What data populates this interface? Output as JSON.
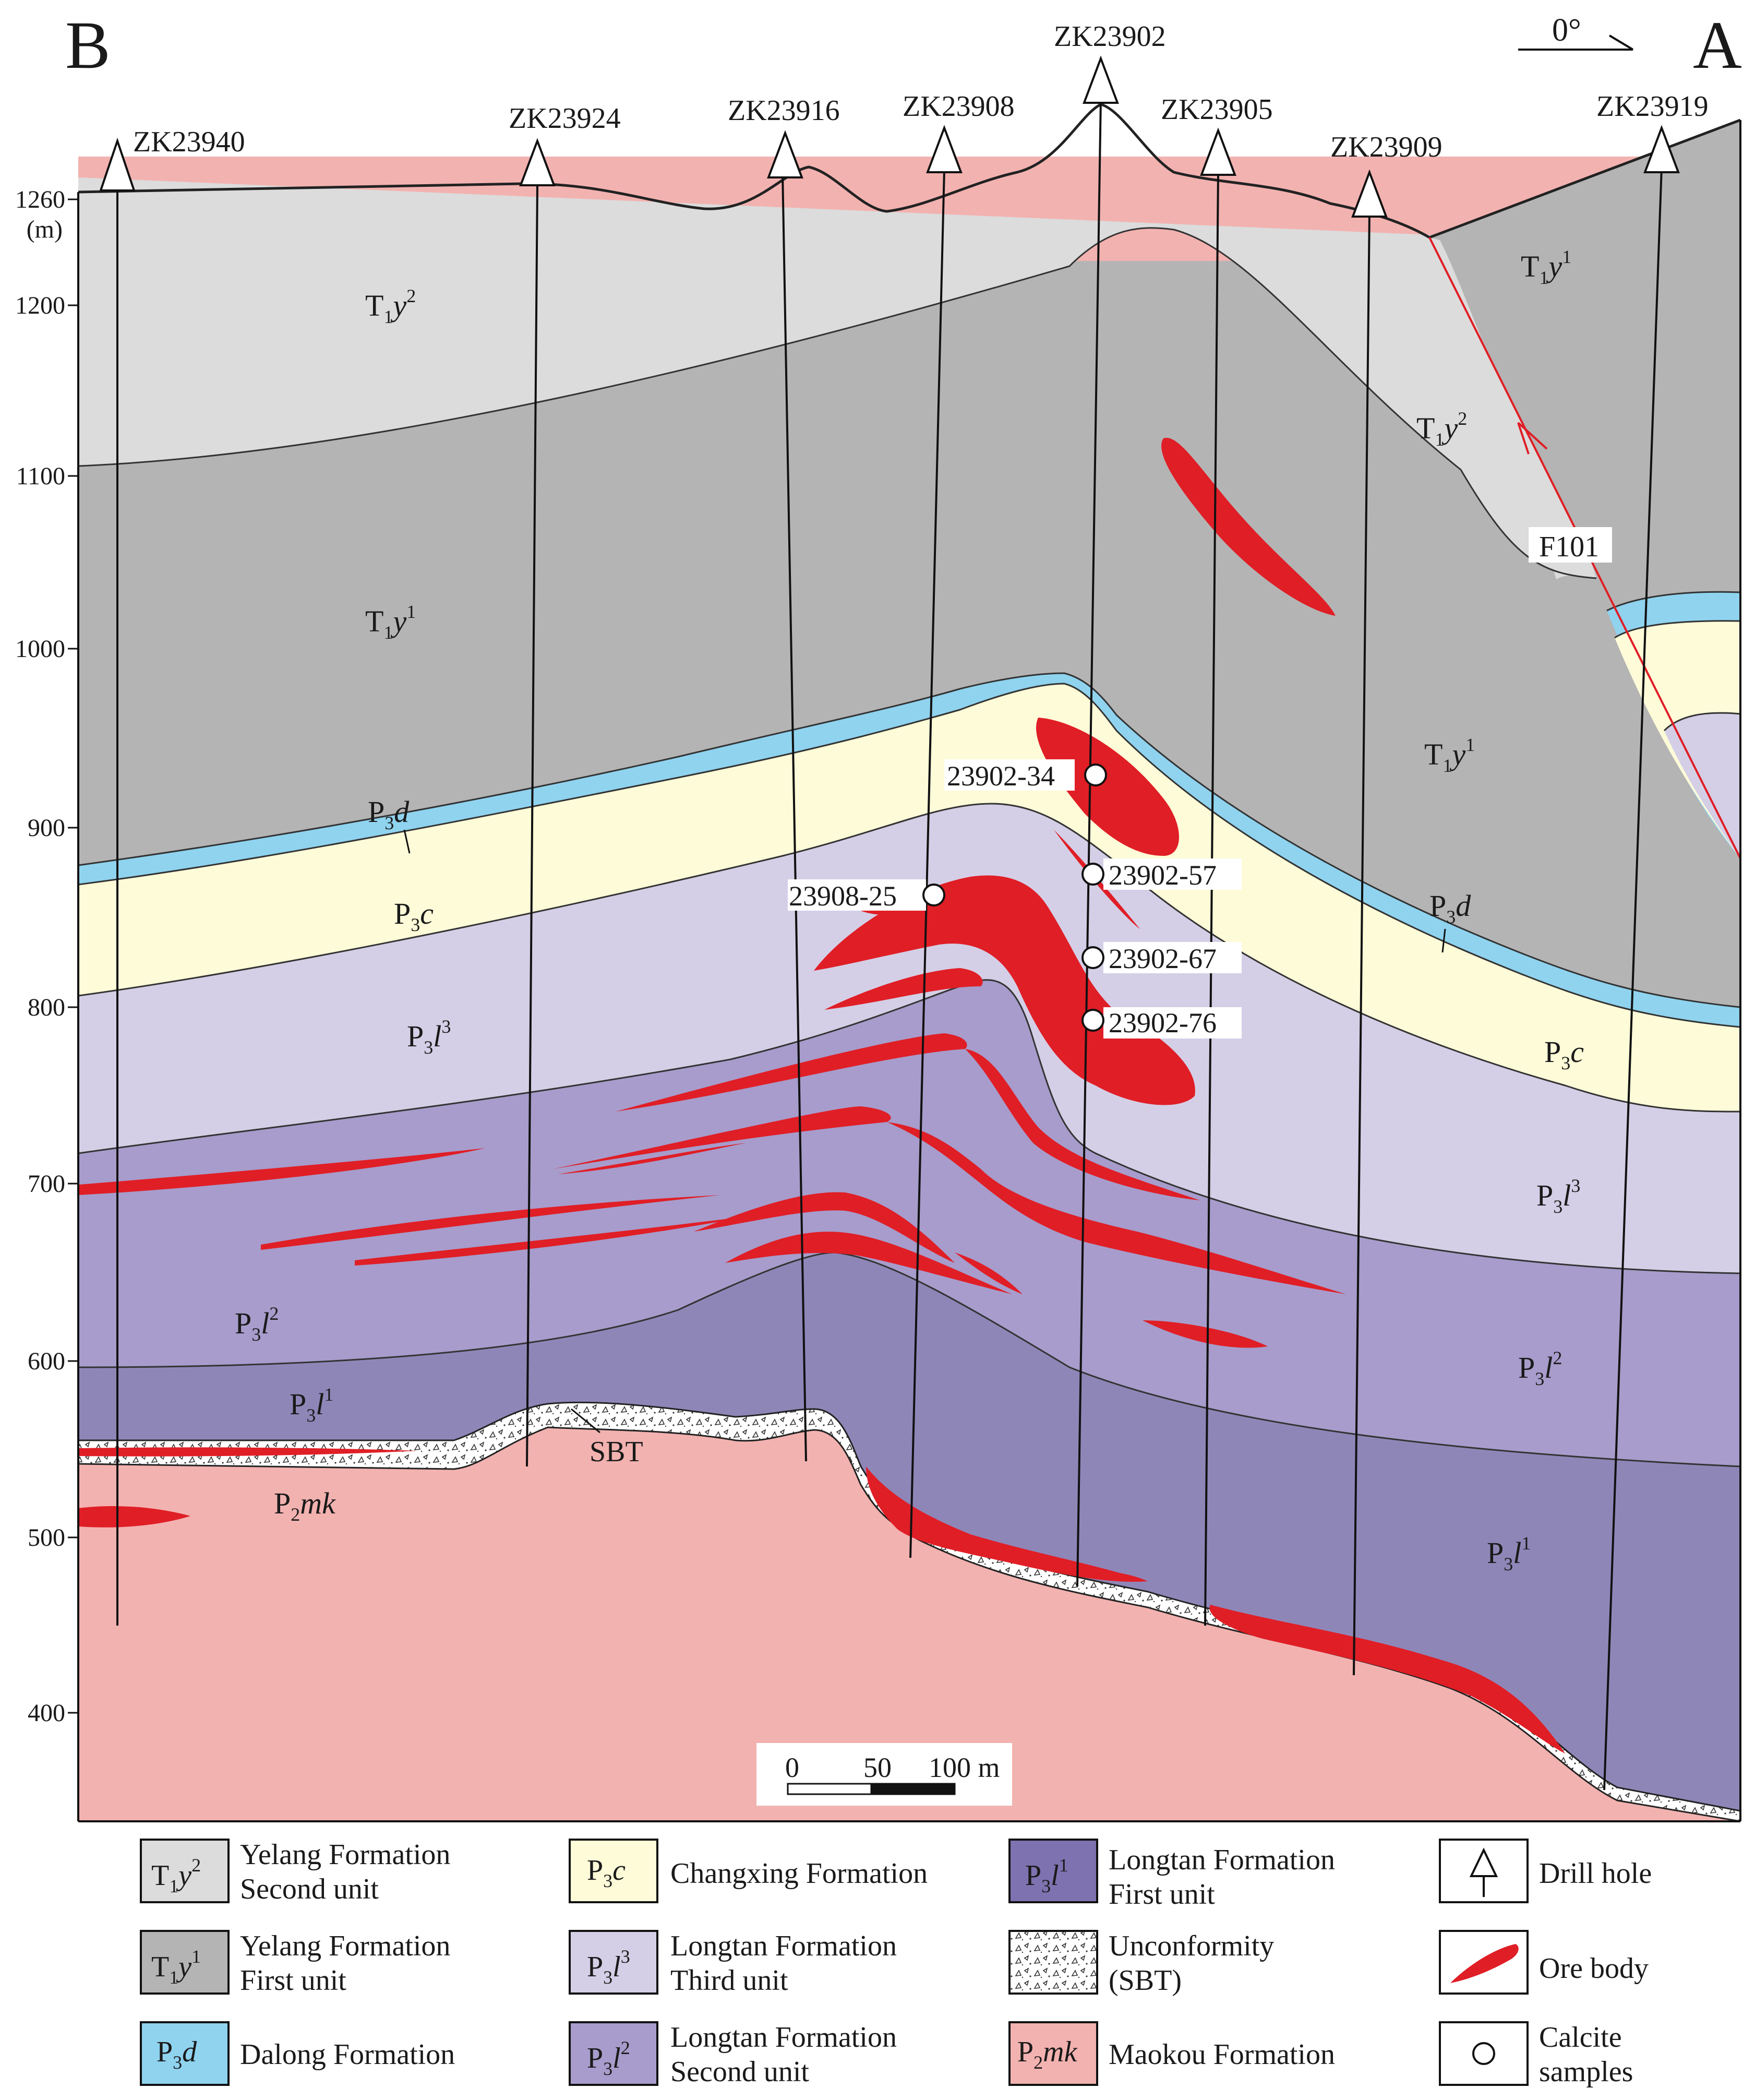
{
  "figure": {
    "left_label": "B",
    "right_label": "A",
    "orientation": "0°",
    "axis_unit": "(m)",
    "elevation_ticks": [
      "1260",
      "1200",
      "1100",
      "1000",
      "900",
      "800",
      "700",
      "600",
      "500",
      "400"
    ]
  },
  "drill_holes": [
    "ZK23940",
    "ZK23924",
    "ZK23916",
    "ZK23908",
    "ZK23902",
    "ZK23905",
    "ZK23909",
    "ZK23919"
  ],
  "fault": {
    "name": "F101"
  },
  "unconformity_label": "SBT",
  "samples": [
    "23902-34",
    "23902-57",
    "23908-25",
    "23902-67",
    "23902-76"
  ],
  "unit_labels": {
    "t1y2": {
      "sym": "T",
      "sub": "1",
      "it": "y",
      "sup": "2"
    },
    "t1y1": {
      "sym": "T",
      "sub": "1",
      "it": "y",
      "sup": "1"
    },
    "p3d": {
      "sym": "P",
      "sub": "3",
      "it": "d",
      "sup": ""
    },
    "p3c": {
      "sym": "P",
      "sub": "3",
      "it": "c",
      "sup": ""
    },
    "p3l3": {
      "sym": "P",
      "sub": "3",
      "it": "l",
      "sup": "3"
    },
    "p3l2": {
      "sym": "P",
      "sub": "3",
      "it": "l",
      "sup": "2"
    },
    "p3l1": {
      "sym": "P",
      "sub": "3",
      "it": "l",
      "sup": "1"
    },
    "p2mk": {
      "sym": "P",
      "sub": "2",
      "it": "mk",
      "sup": ""
    }
  },
  "scale_bar": {
    "ticks": [
      "0",
      "50",
      "100 m"
    ]
  },
  "legend": [
    {
      "id": "t1y2",
      "line1": "Yelang Formation",
      "line2": "Second unit",
      "color": "#dcdcdc"
    },
    {
      "id": "t1y1",
      "line1": "Yelang Formation",
      "line2": "First unit",
      "color": "#b4b4b4"
    },
    {
      "id": "p3d",
      "line1": "Dalong Formation",
      "line2": "",
      "color": "#8fd3ef"
    },
    {
      "id": "p3c",
      "line1": "Changxing Formation",
      "line2": "",
      "color": "#fdfbd8"
    },
    {
      "id": "p3l3",
      "line1": "Longtan Formation",
      "line2": "Third unit",
      "color": "#d4cfe6"
    },
    {
      "id": "p3l2",
      "line1": "Longtan Formation",
      "line2": "Second unit",
      "color": "#a79ccb"
    },
    {
      "id": "p3l1",
      "line1": "Longtan Formation",
      "line2": "First unit",
      "color": "#7e72b0"
    },
    {
      "id": "sbt",
      "line1": "Unconformity",
      "line2": "(SBT)",
      "color": "#ffffff"
    },
    {
      "id": "p2mk",
      "line1": "Maokou Formation",
      "line2": "",
      "color": "#f2b2b0"
    },
    {
      "id": "drill",
      "line1": "Drill  hole",
      "line2": "",
      "color": "#ffffff"
    },
    {
      "id": "ore",
      "line1": "Ore body",
      "line2": "",
      "color": "#e01e26"
    },
    {
      "id": "calcite",
      "line1": "Calcite",
      "line2": "samples",
      "color": "#ffffff"
    }
  ]
}
